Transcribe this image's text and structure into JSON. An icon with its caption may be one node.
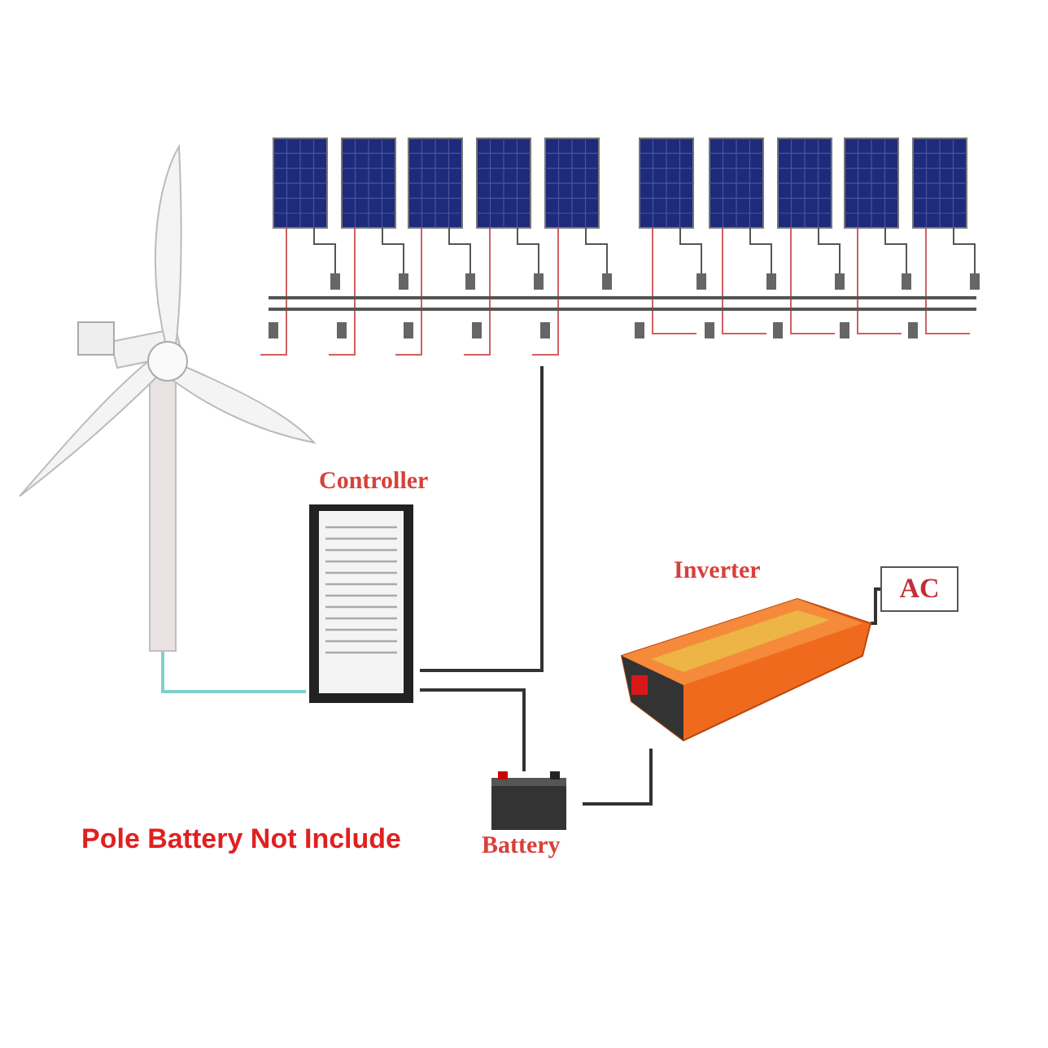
{
  "diagram": {
    "nodes": [
      {
        "text": [],
        "shape": "picture"
      },
      {
        "text": [],
        "shape": "picture"
      },
      {
        "text": [
          "Controller"
        ]
      },
      {
        "text": [
          "Inverter"
        ]
      },
      {
        "text": [
          "Battery"
        ]
      },
      {
        "text": [
          "AC"
        ]
      }
    ],
    "edges": [
      {
        "from": 0,
        "to": 2,
        "arrow": "none",
        "color": "#7fcfcf"
      },
      {
        "from": 1,
        "to": 2,
        "arrow": "none"
      },
      {
        "from": 2,
        "to": 4,
        "arrow": "none"
      },
      {
        "from": 4,
        "to": 3,
        "arrow": "none"
      },
      {
        "from": 3,
        "to": 5,
        "arrow": "none"
      }
    ],
    "labels": [
      "Pole Battery Not Include"
    ]
  }
}
